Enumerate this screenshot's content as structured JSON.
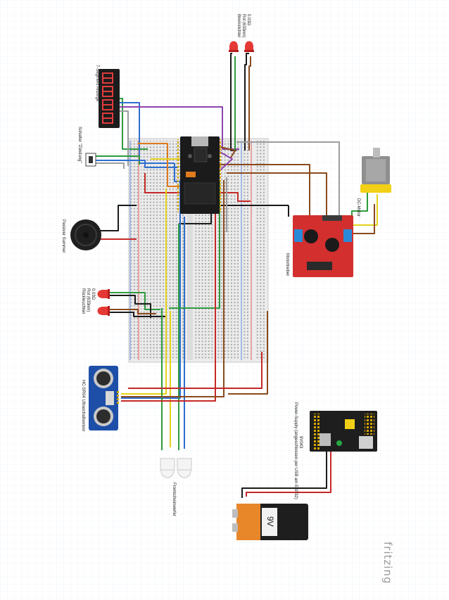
{
  "labels": {
    "seven_segment": "7-Segment Anzeige",
    "brake_lights_1": "Bremslichter",
    "brake_lights_2": "Rot (633nm)",
    "brake_lights_3": "0.03Ω",
    "switch": "Schalter \"Zündung\"",
    "buzzer": "Passiver Summer",
    "rear_lights_1": "Rückleuchten",
    "rear_lights_2": "Rot (633nm)",
    "rear_lights_3": "0.03Ω",
    "ultrasonic": "HC-SR04 Ultraschallsensor",
    "headlights": "Frontscheinwerfer",
    "motor_driver": "Motortreiber",
    "dc_motor": "DC-Motor",
    "power_supply_1": "Power-Supply (angeschlossen per USB am ESP32)",
    "power_supply_2": "9V043",
    "battery": "9V",
    "watermark": "fritzing"
  },
  "colors": {
    "wire_red": "#c62828",
    "wire_black": "#1a1a1a",
    "wire_green": "#2e9b3e",
    "wire_blue": "#2f6fd0",
    "wire_yellow": "#e6d21a",
    "wire_brown": "#8a4a1c",
    "wire_purple": "#8e44ad",
    "wire_orange": "#e07a1c",
    "wire_grey": "#9e9e9e",
    "board_red": "#d32f2f",
    "sensor_blue": "#1e4fa8",
    "motor_yellow": "#f2d017",
    "battery_orange": "#e8872a"
  }
}
